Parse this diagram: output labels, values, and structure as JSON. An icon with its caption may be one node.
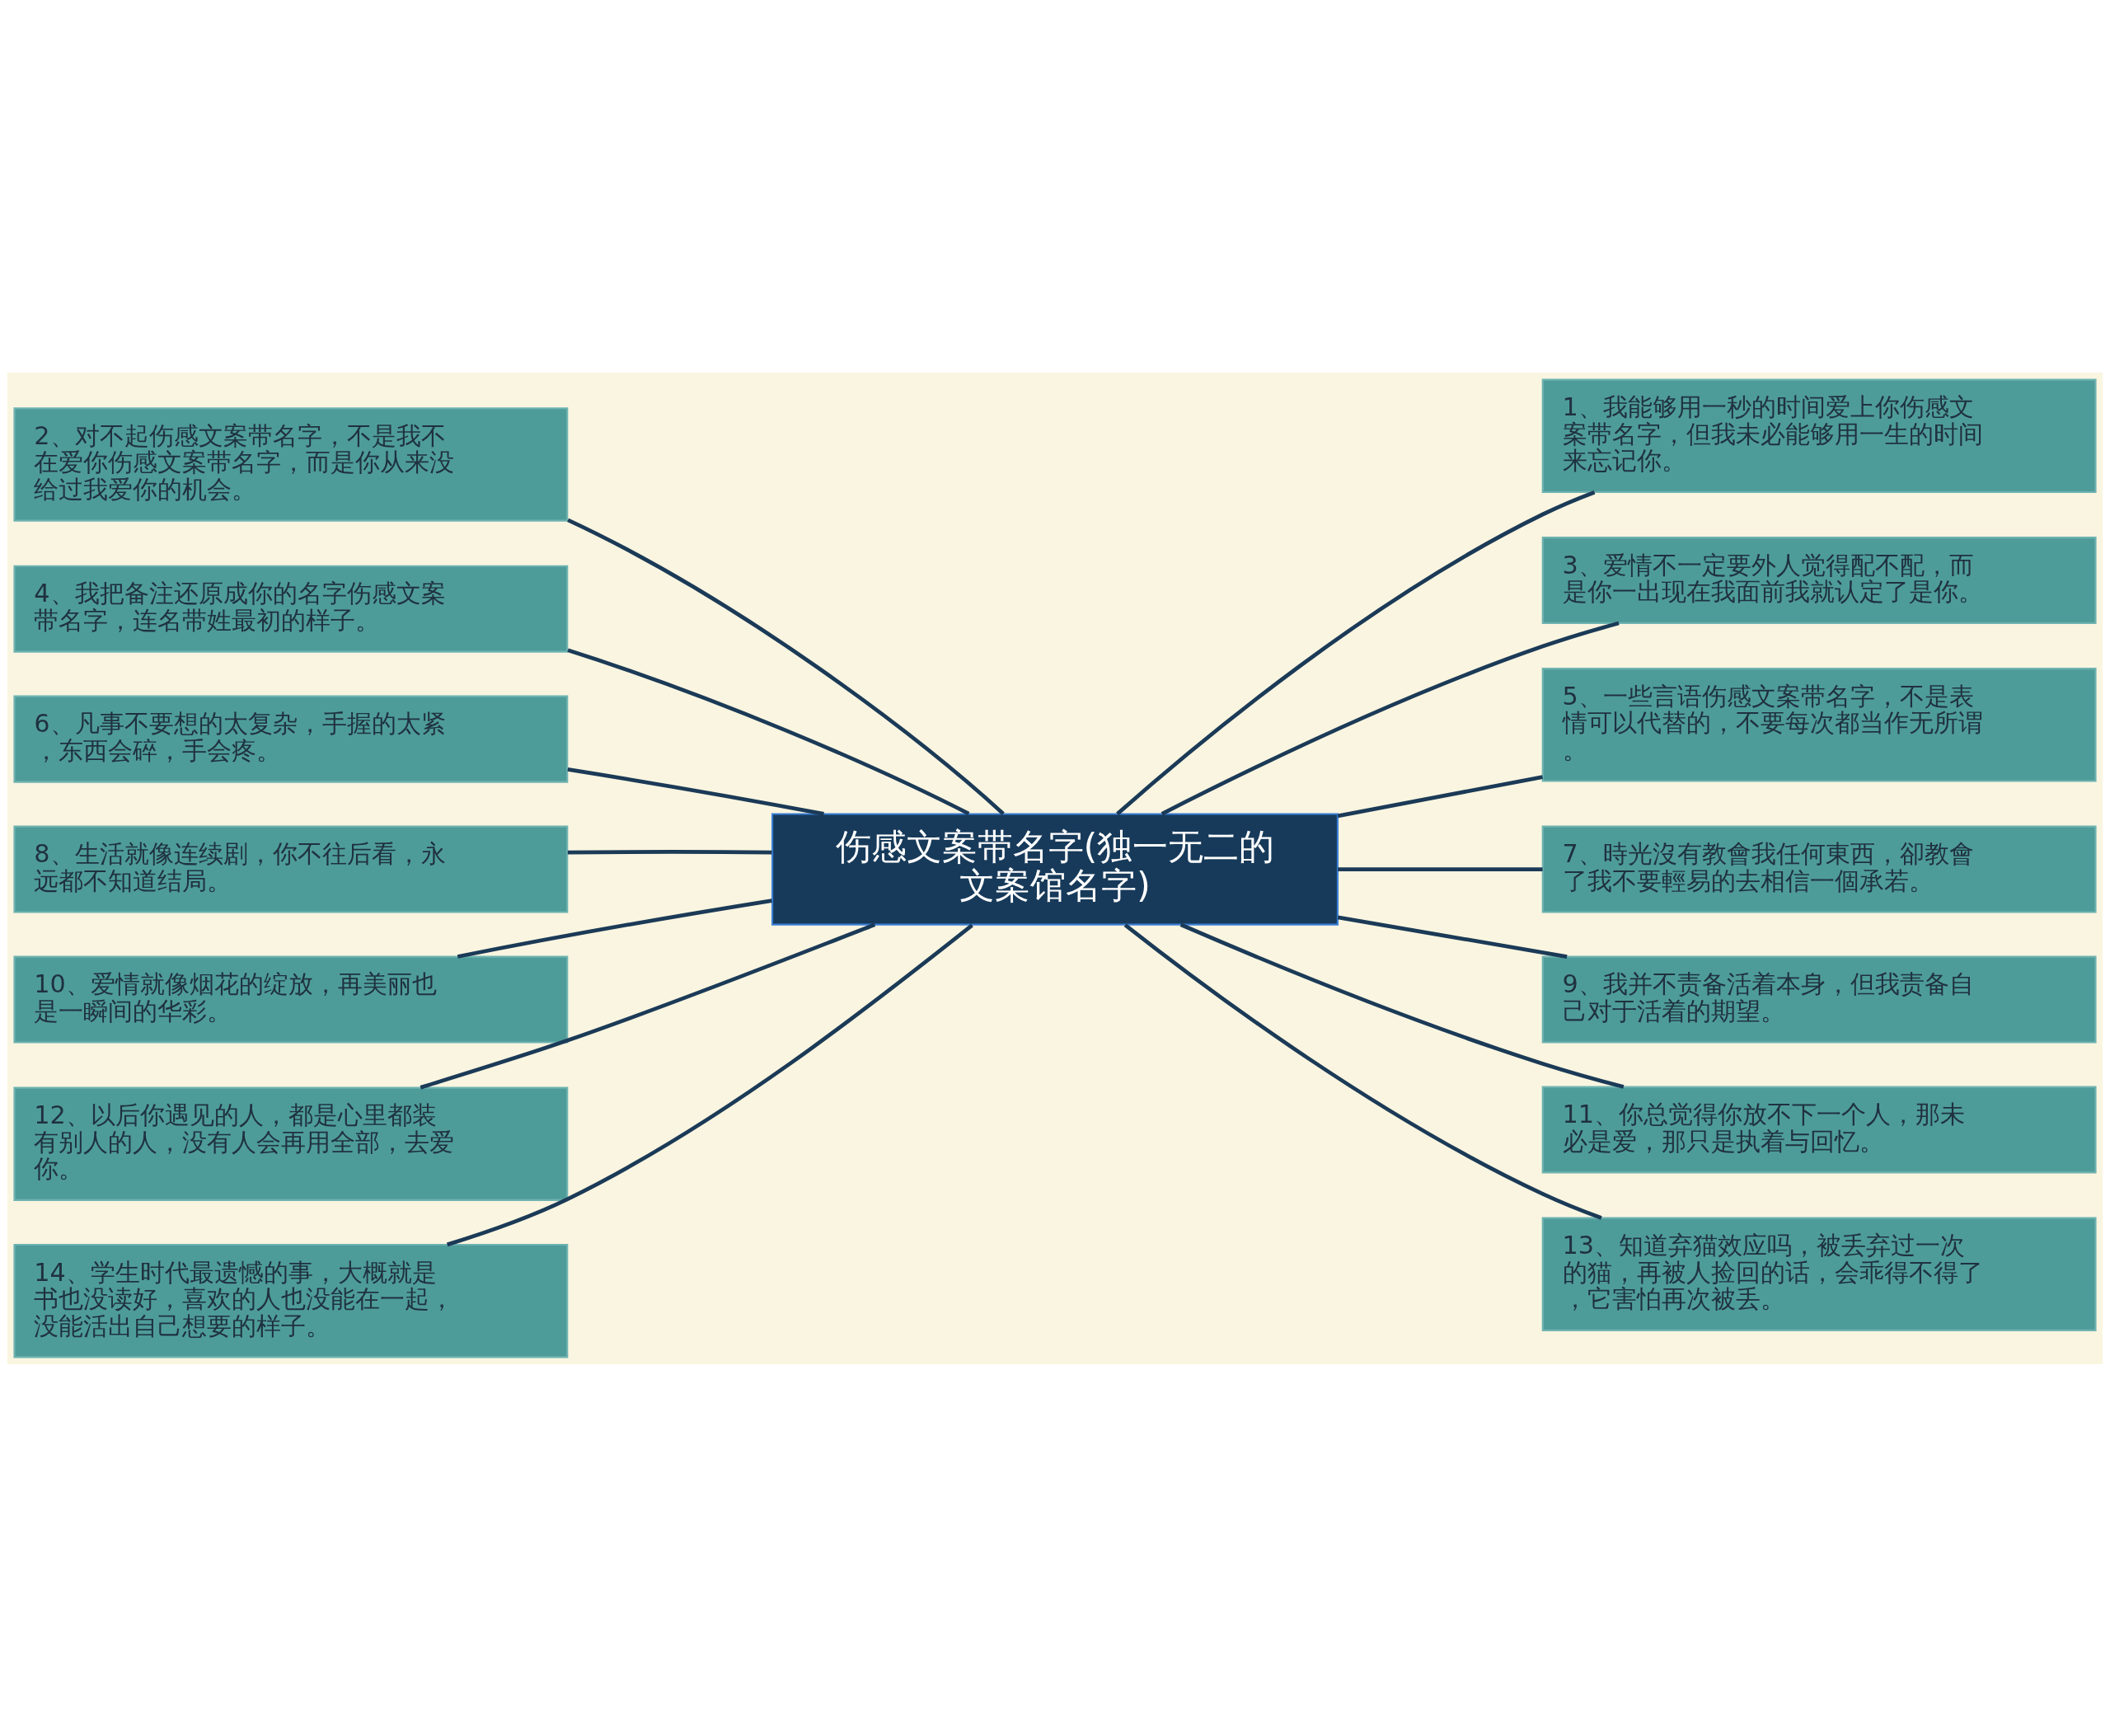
{
  "diagram": {
    "nodes": [
      {
        "text": [
          "伤感文案带名字(独一无二的文案馆名字)"
        ]
      },
      {
        "text": [
          "1、我能够用一秒的时间爱上你伤感文案带名字，但我未必能够用一生的时间来忘记你。"
        ]
      },
      {
        "text": [
          "2、对不起伤感文案带名字，不是我不在爱你伤感文案带名字，而是你从来没给过我爱你的机会。"
        ]
      },
      {
        "text": [
          "3、爱情不一定要外人觉得配不配，而是你一出现在我面前我就认定了是你。"
        ]
      },
      {
        "text": [
          "4、我把备注还原成你的名字伤感文案带名字，连名带姓最初的样子。"
        ]
      },
      {
        "text": [
          "5、一些言语伤感文案带名字，不是表情可以代替的，不要每次都当作无所谓。"
        ]
      },
      {
        "text": [
          "6、凡事不要想的太复杂，手握的太紧，东西会碎，手会疼。"
        ]
      },
      {
        "text": [
          "7、時光沒有教會我任何東西，卻教會了我不要輕易的去相信一個承若。"
        ]
      },
      {
        "text": [
          "8、生活就像连续剧，你不往后看，永远都不知道结局。"
        ]
      },
      {
        "text": [
          "9、我并不责备活着本身，但我责备自己对于活着的期望。"
        ]
      },
      {
        "text": [
          "10、爱情就像烟花的绽放，再美丽也是一瞬间的华彩。"
        ]
      },
      {
        "text": [
          "11、你总觉得你放不下一个人，那未必是爱，那只是执着与回忆。"
        ]
      },
      {
        "text": [
          "12、以后你遇见的人，都是心里都装有别人的人，没有人会再用全部，去爱你。"
        ]
      },
      {
        "text": [
          "13、知道弃猫效应吗，被丢弃过一次的猫，再被人捡回的话，会乖得不得了，它害怕再次被丢。"
        ]
      },
      {
        "text": [
          "14、学生时代最遗憾的事，大概就是书也没读好，喜欢的人也没能在一起，没能活出自己想要的样子。"
        ]
      }
    ],
    "edges": [
      {
        "from": 0,
        "to": 1,
        "arrow": "none"
      },
      {
        "from": 0,
        "to": 2,
        "arrow": "none"
      },
      {
        "from": 0,
        "to": 3,
        "arrow": "none"
      },
      {
        "from": 0,
        "to": 4,
        "arrow": "none"
      },
      {
        "from": 0,
        "to": 5,
        "arrow": "none"
      },
      {
        "from": 0,
        "to": 6,
        "arrow": "none"
      },
      {
        "from": 0,
        "to": 7,
        "arrow": "none"
      },
      {
        "from": 0,
        "to": 8,
        "arrow": "none"
      },
      {
        "from": 0,
        "to": 9,
        "arrow": "none"
      },
      {
        "from": 0,
        "to": 10,
        "arrow": "none"
      },
      {
        "from": 0,
        "to": 11,
        "arrow": "none"
      },
      {
        "from": 0,
        "to": 12,
        "arrow": "none"
      },
      {
        "from": 0,
        "to": 13,
        "arrow": "none"
      },
      {
        "from": 0,
        "to": 14,
        "arrow": "none"
      }
    ]
  }
}
